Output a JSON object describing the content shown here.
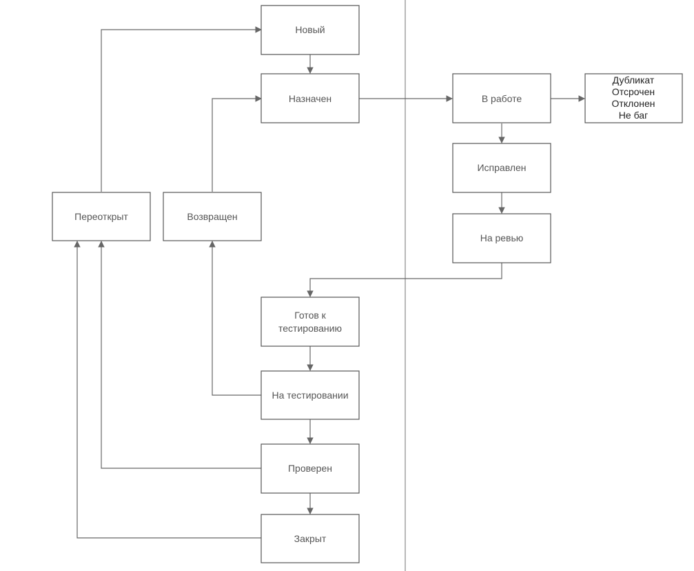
{
  "nodes": {
    "new": "Новый",
    "assigned": "Назначен",
    "in_progress": "В работе",
    "resolutions": [
      "Дубликат",
      "Отсрочен",
      "Отклонен",
      "Не баг"
    ],
    "fixed": "Исправлен",
    "review": "На ревью",
    "ready_for_testing": [
      "Готов к",
      "тестированию"
    ],
    "testing": "На тестировании",
    "verified": "Проверен",
    "closed": "Закрыт",
    "reopened": "Переоткрыт",
    "returned": "Возвращен"
  }
}
